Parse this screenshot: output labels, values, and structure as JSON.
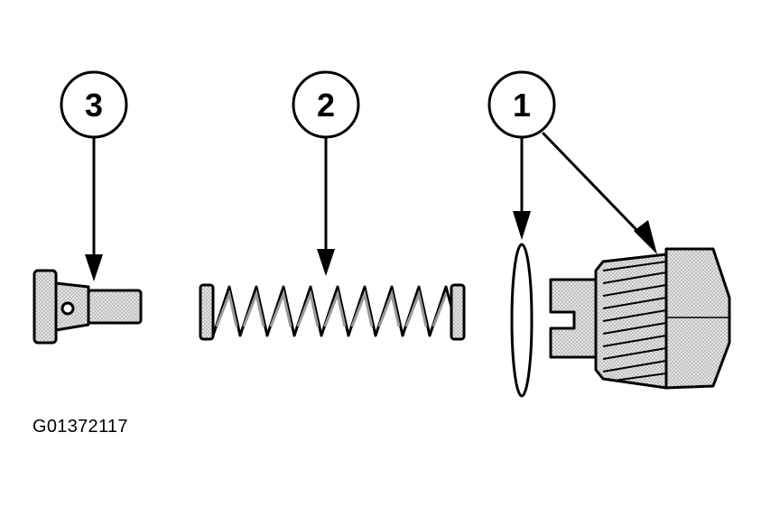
{
  "callouts": [
    {
      "id": "callout-3",
      "label": "3"
    },
    {
      "id": "callout-2",
      "label": "2"
    },
    {
      "id": "callout-1",
      "label": "1"
    }
  ],
  "figure_code": "G01372117",
  "colors": {
    "line": "#000000",
    "part_fill": "#d9d9d9",
    "background": "#ffffff"
  }
}
